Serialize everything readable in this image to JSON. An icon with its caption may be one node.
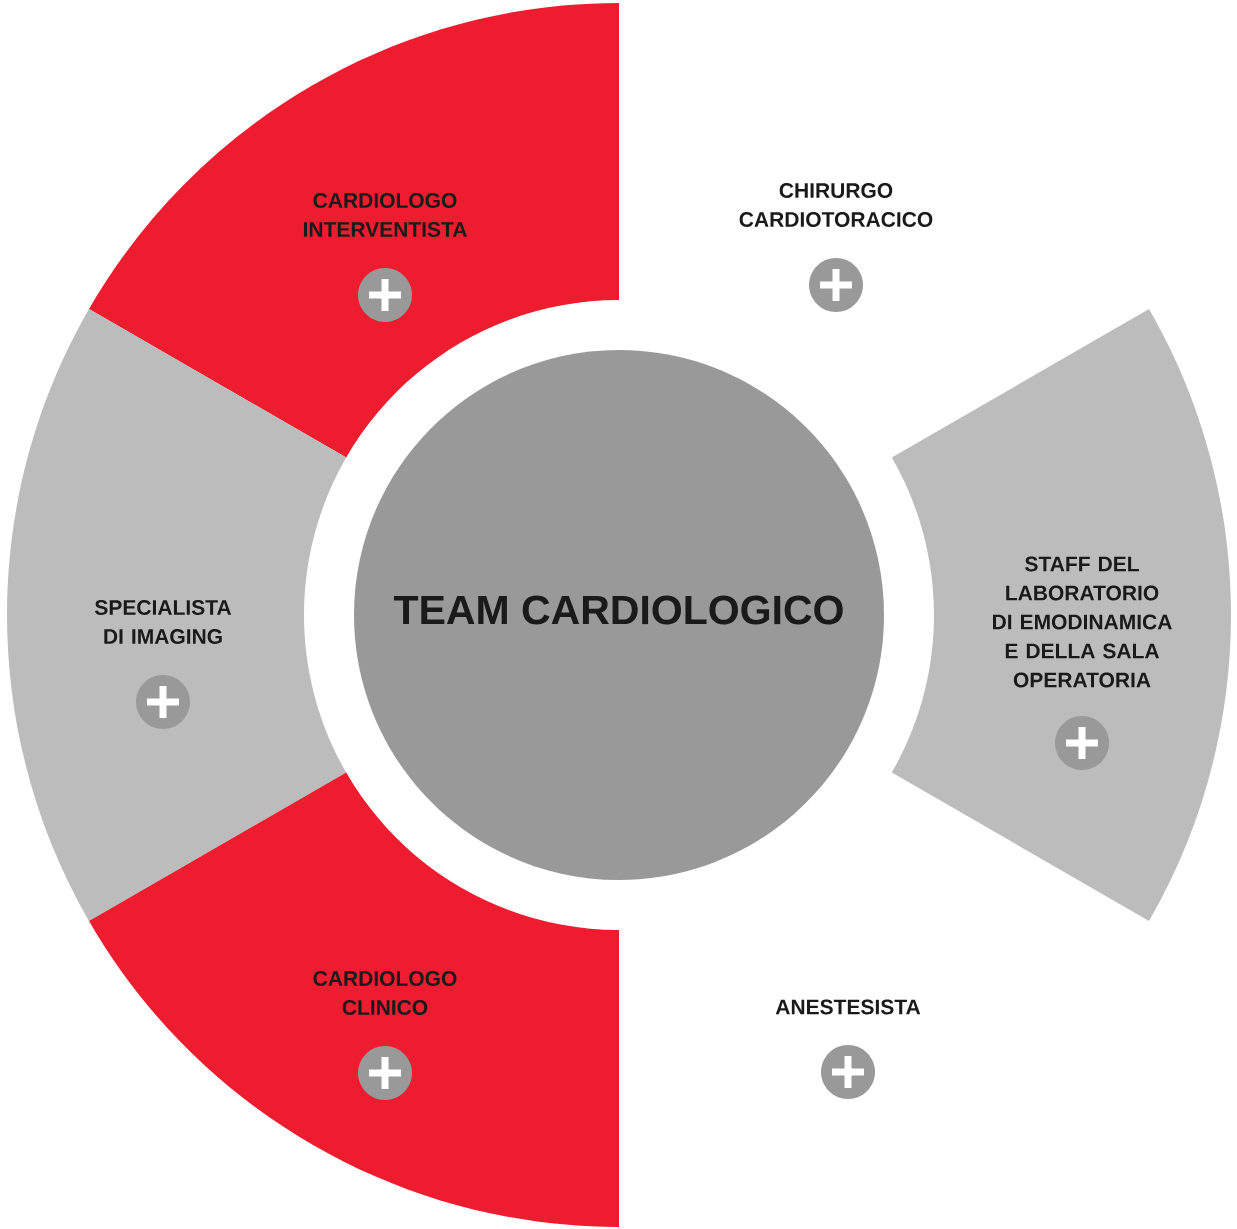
{
  "diagram": {
    "nodes": [
      {
        "text": [
          "TEAM CARDIOLOGICO"
        ]
      },
      {
        "text": [
          "CARDIOLOGO INTERVENTISTA"
        ]
      },
      {
        "text": [
          "CHIRURGO CARDIOTORACICO"
        ]
      },
      {
        "text": [
          "SPECIALISTA DI IMAGING"
        ]
      },
      {
        "text": [
          "STAFF DEL LABORATORIO DI EMODINAMICA E DELLA SALA OPERATORIA"
        ]
      },
      {
        "text": [
          "CARDIOLOGO CLINICO"
        ]
      },
      {
        "text": [
          "ANESTESISTA"
        ]
      }
    ]
  }
}
